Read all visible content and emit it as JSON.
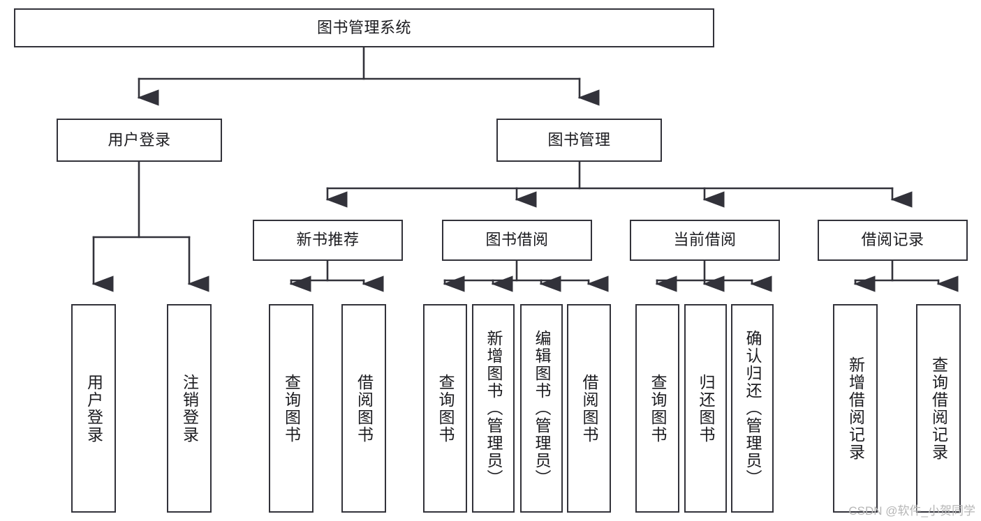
{
  "diagram": {
    "title": "图书管理系统",
    "type": "tree-hierarchy-chart",
    "background_color": "#ffffff",
    "box_border_color": "#32323a",
    "edge_color": "#32323a",
    "text_color": "#1b1b1f"
  },
  "nodes": {
    "root": {
      "label": "图书管理系统"
    },
    "level2": [
      {
        "label": "用户登录"
      },
      {
        "label": "图书管理"
      }
    ],
    "level3": [
      {
        "label": "新书推荐"
      },
      {
        "label": "图书借阅"
      },
      {
        "label": "当前借阅"
      },
      {
        "label": "借阅记录"
      }
    ],
    "leaves_user_login": [
      {
        "label": "用户登录"
      },
      {
        "label": "注销登录"
      }
    ],
    "leaves_new_book": [
      {
        "label": "查询图书"
      },
      {
        "label": "借阅图书"
      }
    ],
    "leaves_borrow": [
      {
        "label": "查询图书"
      },
      {
        "label": "新增图书（管理员）"
      },
      {
        "label": "编辑图书（管理员）"
      },
      {
        "label": "借阅图书"
      }
    ],
    "leaves_current": [
      {
        "label": "查询图书"
      },
      {
        "label": "归还图书"
      },
      {
        "label": "确认归还（管理员）"
      }
    ],
    "leaves_records": [
      {
        "label": "新增借阅记录"
      },
      {
        "label": "查询借阅记录"
      }
    ]
  },
  "watermark": {
    "text": "CSDN @软件_小贺同学"
  }
}
